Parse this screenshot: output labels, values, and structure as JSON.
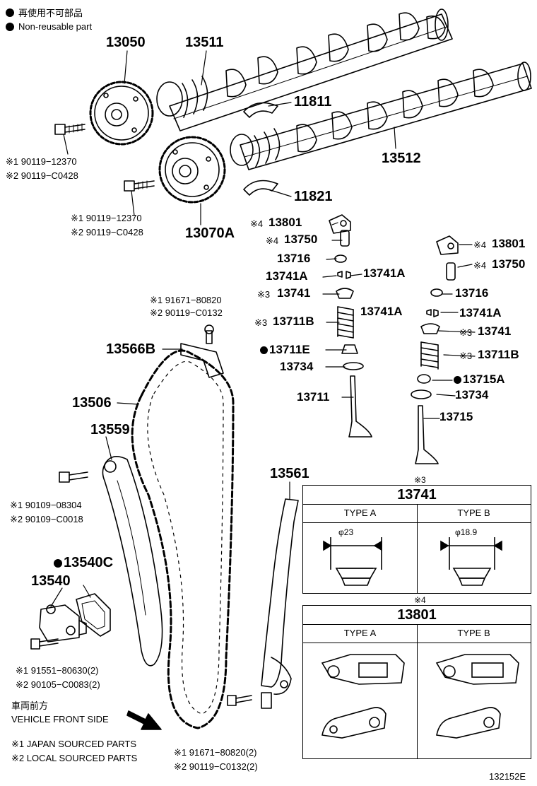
{
  "legend": {
    "jp": "再使用不可部品",
    "en": "Non-reusable part"
  },
  "parts": {
    "p13050": "13050",
    "p13511": "13511",
    "p11811": "11811",
    "p13512": "13512",
    "p11821": "11821",
    "p13070A": "13070A",
    "p13801_l": "13801",
    "p13750_l": "13750",
    "p13716_l": "13716",
    "p13741A_l1": "13741A",
    "p13741A_l2": "13741A",
    "p13741_l": "13741",
    "p13711B_l": "13711B",
    "p13711E": "13711E",
    "p13734_l": "13734",
    "p13711": "13711",
    "p13801_r": "13801",
    "p13750_r": "13750",
    "p13716_r": "13716",
    "p13741A_r1": "13741A",
    "p13741A_r2": "13741A",
    "p13741_r": "13741",
    "p13711B_r": "13711B",
    "p13715A": "13715A",
    "p13734_r": "13734",
    "p13715": "13715",
    "p13566B": "13566B",
    "p13506": "13506",
    "p13559": "13559",
    "p13561": "13561",
    "p13540C": "13540C",
    "p13540": "13540"
  },
  "bolts": {
    "b1_1": "※1 90119−12370",
    "b1_2": "※2 90119−C0428",
    "b2_1": "※1 90119−12370",
    "b2_2": "※2 90119−C0428",
    "b3_1": "※1 91671−80820",
    "b3_2": "※2 90119−C0132",
    "b4_1": "※1 90109−08304",
    "b4_2": "※2 90109−C0018",
    "b5_1": "※1 91551−80630(2)",
    "b5_2": "※2 90105−C0083(2)",
    "b6_1": "※1 91671−80820(2)",
    "b6_2": "※2 90119−C0132(2)"
  },
  "marks": {
    "m4": "※4",
    "m3": "※3"
  },
  "inset1": {
    "mark": "※3",
    "title": "13741",
    "type_a": "TYPE A",
    "type_b": "TYPE B",
    "dim_a": "φ23",
    "dim_b": "φ18.9"
  },
  "inset2": {
    "mark": "※4",
    "title": "13801",
    "type_a": "TYPE A",
    "type_b": "TYPE B"
  },
  "footer": {
    "front_jp": "車両前方",
    "front_en": "VEHICLE FRONT SIDE",
    "note1": "※1  JAPAN SOURCED PARTS",
    "note2": "※2  LOCAL SOURCED PARTS",
    "code": "132152E"
  }
}
